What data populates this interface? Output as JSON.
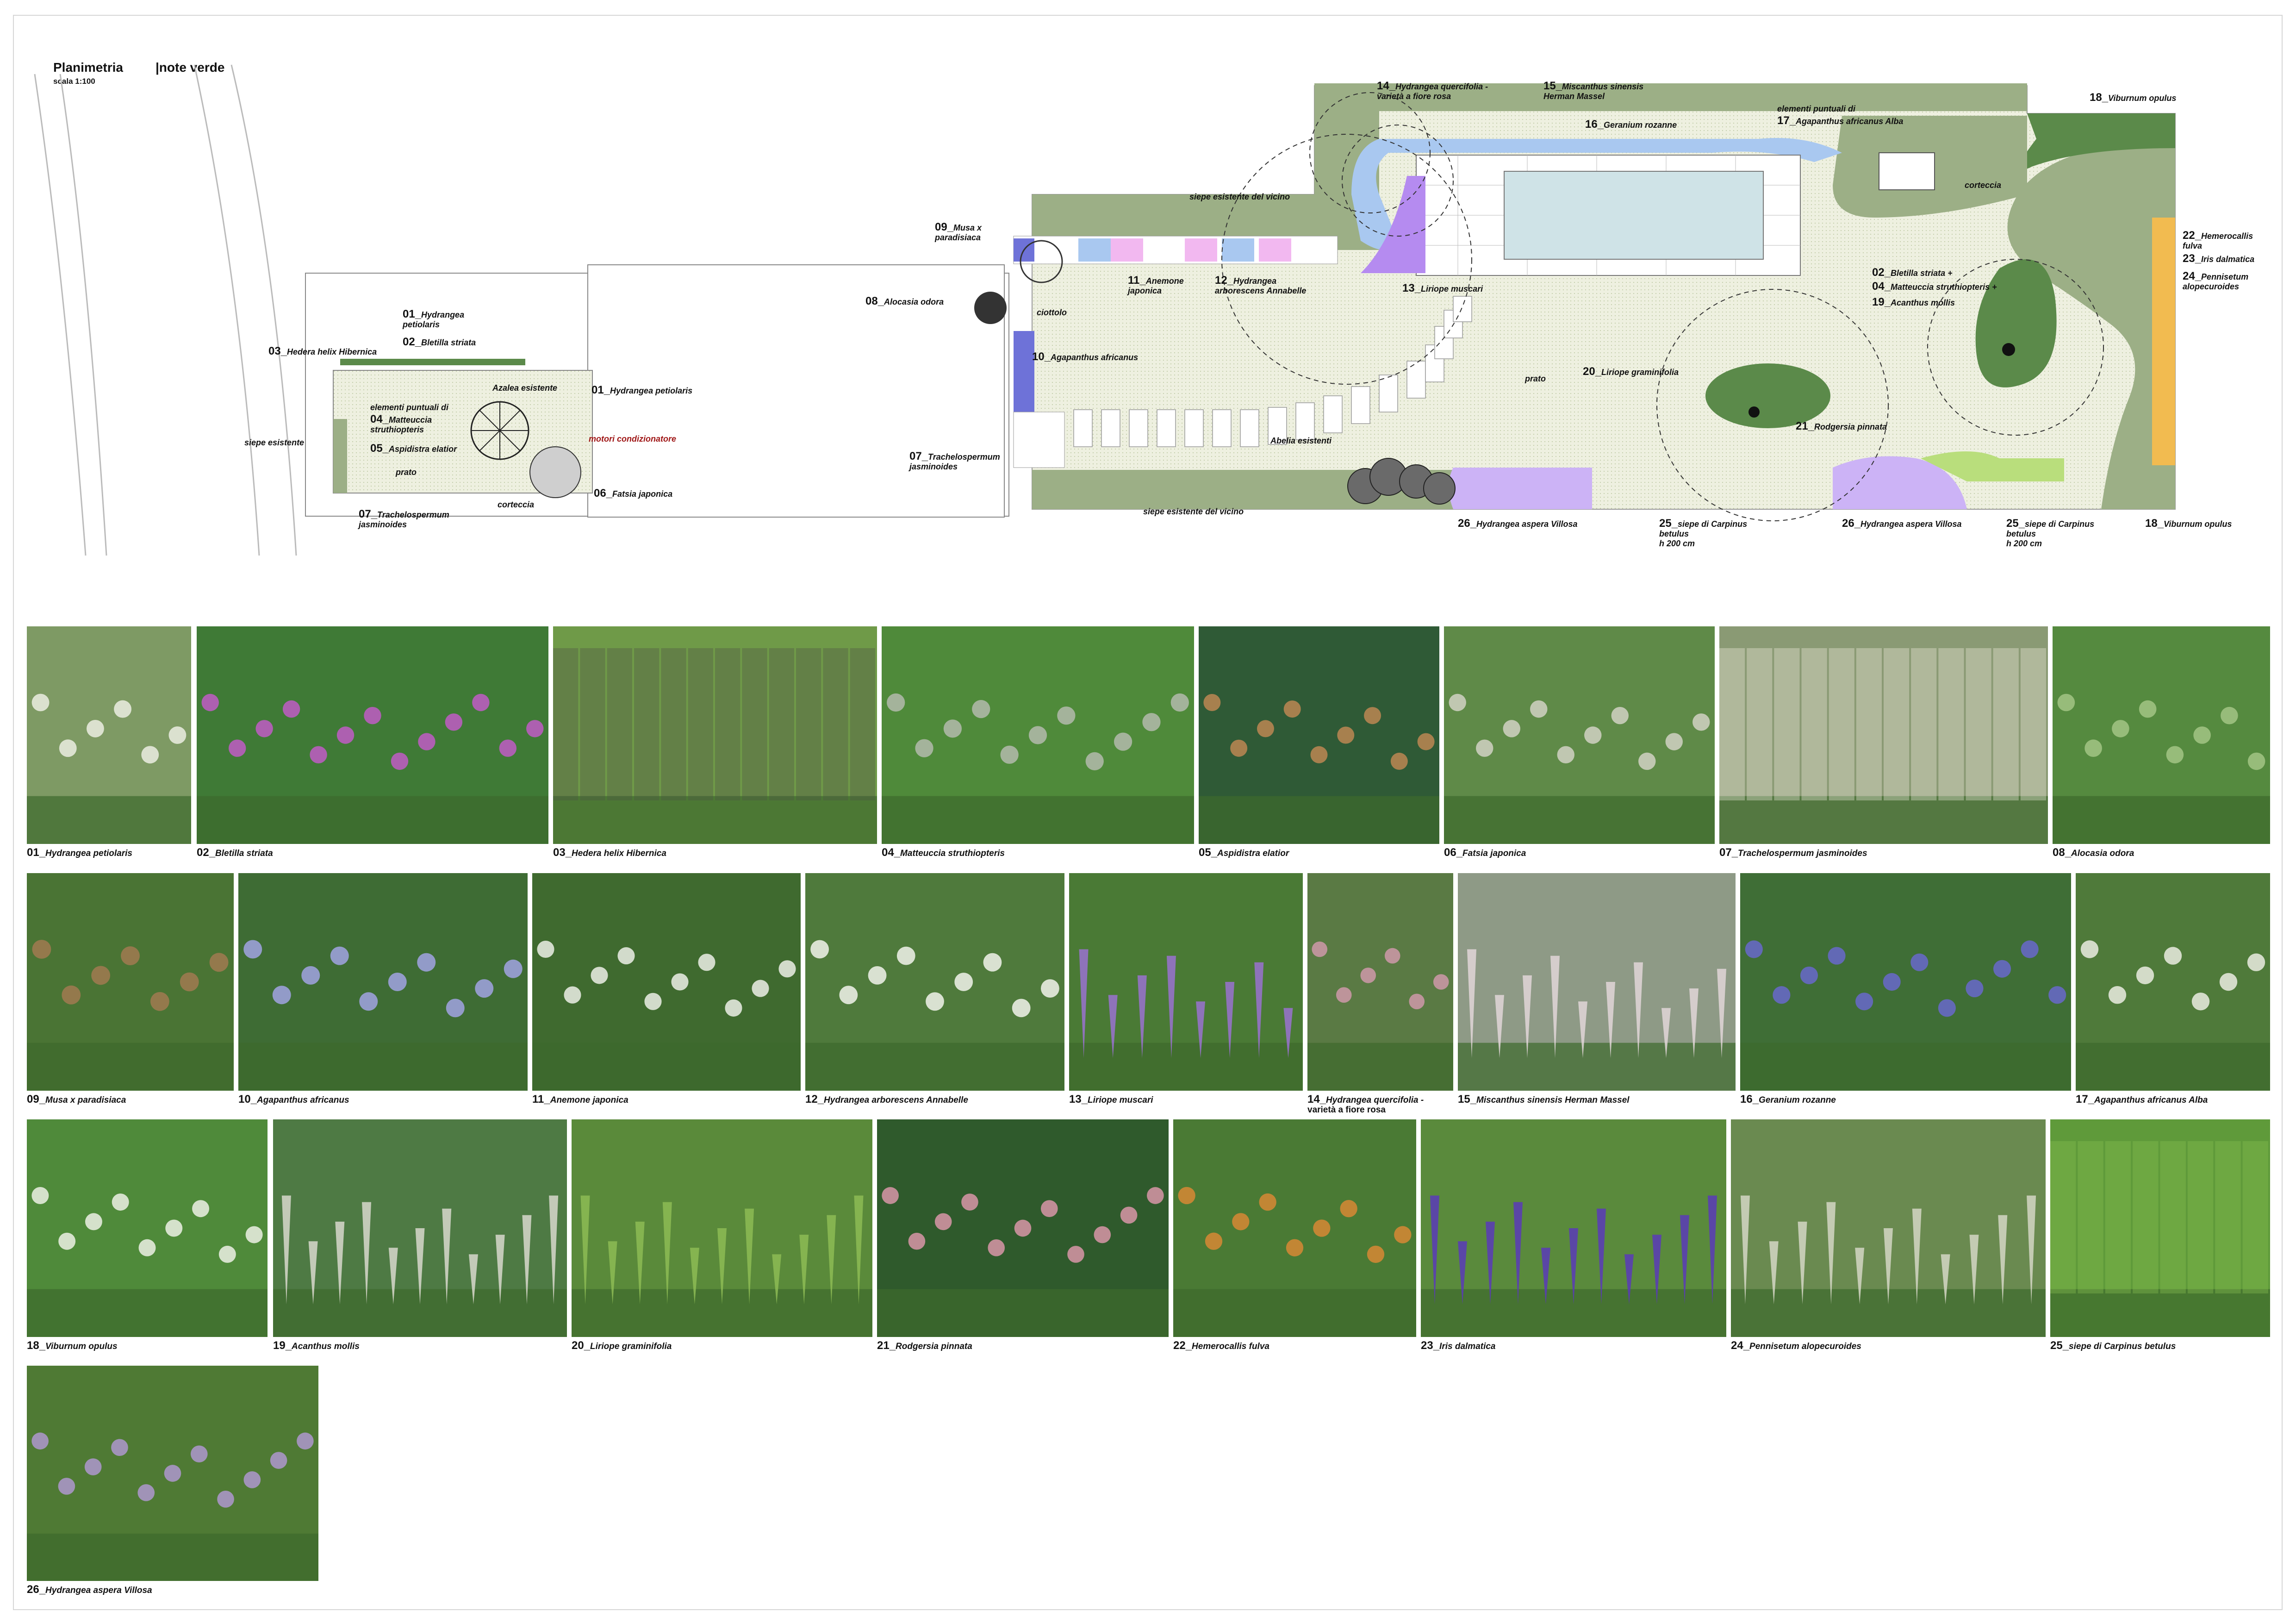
{
  "header": {
    "title": "Planimetria",
    "subtitle": "|note verde",
    "scale": "scala 1:100"
  },
  "colors": {
    "lawn": "#e9ecdc",
    "hedge": "#9caf86",
    "dark_green": "#5b8a4a",
    "light_green": "#b9de7c",
    "blue": "#a9c8f0",
    "violet": "#b58bf0",
    "lilac": "#ccb3f6",
    "pink": "#f2b8f0",
    "orange": "#f2bb50",
    "navy": "#6e72d8",
    "pool": "#cfe3e7"
  },
  "plan_labels": [
    {
      "num": "01_",
      "text": "Hydrangea",
      "text2": "petiolaris"
    },
    {
      "num": "02_",
      "text": "Bletilla striata"
    },
    {
      "num": "03_",
      "text": "Hedera helix Hibernica"
    },
    {
      "num": "",
      "text": "Azalea esistente"
    },
    {
      "num": "01_",
      "text": "Hydrangea petiolaris"
    },
    {
      "num": "",
      "text": "elementi puntuali di"
    },
    {
      "num": "04_",
      "text": "Matteuccia",
      "text2": "struthiopteris"
    },
    {
      "num": "05_",
      "text": "Aspidistra elatior"
    },
    {
      "num": "",
      "text": "motori condizionatore"
    },
    {
      "num": "",
      "text": "siepe esistente"
    },
    {
      "num": "",
      "text": "prato"
    },
    {
      "num": "",
      "text": "corteccia"
    },
    {
      "num": "06_",
      "text": "Fatsia japonica"
    },
    {
      "num": "07_",
      "text": "Trachelospermum",
      "text2": "jasminoides"
    },
    {
      "num": "08_",
      "text": "Alocasia odora"
    },
    {
      "num": "09_",
      "text": "Musa x",
      "text2": "paradisiaca"
    },
    {
      "num": "",
      "text": "ciottolo"
    },
    {
      "num": "10_",
      "text": "Agapanthus africanus"
    },
    {
      "num": "07_",
      "text": "Trachelospermum",
      "text2": "jasminoides"
    },
    {
      "num": "11_",
      "text": "Anemone",
      "text2": "japonica"
    },
    {
      "num": "12_",
      "text": "Hydrangea",
      "text2": "arborescens Annabelle"
    },
    {
      "num": "",
      "text": "siepe esistente del vicino"
    },
    {
      "num": "14_",
      "text": "Hydrangea quercifolia -",
      "text2": "varietà a fiore rosa"
    },
    {
      "num": "15_",
      "text": "Miscanthus sinensis",
      "text2": "Herman Massel"
    },
    {
      "num": "16_",
      "text": "Geranium rozanne"
    },
    {
      "num": "",
      "text": "elementi puntuali di"
    },
    {
      "num": "17_",
      "text": "Agapanthus africanus Alba"
    },
    {
      "num": "18_",
      "text": "Viburnum opulus"
    },
    {
      "num": "",
      "text": "corteccia"
    },
    {
      "num": "13_",
      "text": "Liriope muscari"
    },
    {
      "num": "22_",
      "text": "Hemerocallis",
      "text2": "fulva"
    },
    {
      "num": "23_",
      "text": "Iris dalmatica"
    },
    {
      "num": "24_",
      "text": "Pennisetum",
      "text2": "alopecuroides"
    },
    {
      "num": "02_",
      "text": "Bletilla striata +"
    },
    {
      "num": "04_",
      "text": "Matteuccia struthiopteris +"
    },
    {
      "num": "19_",
      "text": "Acanthus mollis"
    },
    {
      "num": "20_",
      "text": "Liriope graminifolia"
    },
    {
      "num": "",
      "text": "prato"
    },
    {
      "num": "21_",
      "text": "Rodgersia pinnata"
    },
    {
      "num": "",
      "text": "Abelia esistenti"
    },
    {
      "num": "",
      "text": "siepe esistente del vicino"
    },
    {
      "num": "26_",
      "text": "Hydrangea aspera Villosa"
    },
    {
      "num": "25_",
      "text": "siepe di Carpinus",
      "text2": "betulus",
      "text3": "h 200 cm"
    },
    {
      "num": "26_",
      "text": "Hydrangea aspera Villosa"
    },
    {
      "num": "25_",
      "text": "siepe di Carpinus",
      "text2": "betulus",
      "text3": "h 200 cm"
    },
    {
      "num": "18_",
      "text": "Viburnum opulus"
    }
  ],
  "gallery": [
    {
      "num": "01_",
      "name": "Hydrangea petiolaris",
      "icon": "climbing-hydrangea",
      "bg": "#7e9a64",
      "fg": "#f2f2ea"
    },
    {
      "num": "02_",
      "name": "Bletilla striata",
      "icon": "orchid-flowers",
      "bg": "#3f7a36",
      "fg": "#c95ad0"
    },
    {
      "num": "03_",
      "name": "Hedera helix Hibernica",
      "icon": "ivy-wall",
      "bg": "#6f9a48",
      "fg": "#4c4f48"
    },
    {
      "num": "04_",
      "name": "Matteuccia struthiopteris",
      "icon": "fern",
      "bg": "#4f8a3a",
      "fg": "#b9bdb4"
    },
    {
      "num": "05_",
      "name": "Aspidistra elatior",
      "icon": "potted-plant",
      "bg": "#2f5a36",
      "fg": "#c58a55"
    },
    {
      "num": "06_",
      "name": "Fatsia japonica",
      "icon": "shrub",
      "bg": "#5f8a48",
      "fg": "#d8d6cc"
    },
    {
      "num": "07_",
      "name": "Trachelospermum jasminoides",
      "icon": "jasmine-wall",
      "bg": "#8a9a74",
      "fg": "#f5f2e6"
    },
    {
      "num": "08_",
      "name": "Alocasia odora",
      "icon": "large-leaf",
      "bg": "#558a3f",
      "fg": "#a8c88a"
    },
    {
      "num": "09_",
      "name": "Musa x paradisiaca",
      "icon": "banana-tree",
      "bg": "#4a7434",
      "fg": "#a67a52"
    },
    {
      "num": "10_",
      "name": "Agapanthus africanus",
      "icon": "blue-flowers",
      "bg": "#3e6c34",
      "fg": "#a7a8ee"
    },
    {
      "num": "11_",
      "name": "Anemone japonica",
      "icon": "white-flowers",
      "bg": "#3f6a2f",
      "fg": "#f7f7f2"
    },
    {
      "num": "12_",
      "name": "Hydrangea arborescens Annabelle",
      "icon": "white-hydrangea",
      "bg": "#4f7a3c",
      "fg": "#fbfbf6"
    },
    {
      "num": "13_",
      "name": "Liriope muscari",
      "icon": "purple-spikes",
      "bg": "#4a7a35",
      "fg": "#9a72d0"
    },
    {
      "num": "14_",
      "name": "Hydrangea quercifolia -",
      "name2": "varietà a fiore rosa",
      "icon": "pink-hydrangea",
      "bg": "#5a7a44",
      "fg": "#d69bb0"
    },
    {
      "num": "15_",
      "name": "Miscanthus sinensis Herman Massel",
      "icon": "ornamental-grass",
      "bg": "#8e9a86",
      "fg": "#e2d6d8"
    },
    {
      "num": "16_",
      "name": "Geranium rozanne",
      "icon": "violet-flowers",
      "bg": "#3f6e36",
      "fg": "#6c68d6"
    },
    {
      "num": "17_",
      "name": "Agapanthus africanus Alba",
      "icon": "white-agapanthus",
      "bg": "#4f7a3a",
      "fg": "#f4f4ec"
    },
    {
      "num": "18_",
      "name": "Viburnum opulus",
      "icon": "flowering-shrub",
      "bg": "#4f8a3a",
      "fg": "#f6f6f0"
    },
    {
      "num": "19_",
      "name": "Acanthus mollis",
      "icon": "acanthus-spikes",
      "bg": "#4e7a44",
      "fg": "#d8d8cc"
    },
    {
      "num": "20_",
      "name": "Liriope graminifolia",
      "icon": "grass-bed",
      "bg": "#5a8a3a",
      "fg": "#8dbb55"
    },
    {
      "num": "21_",
      "name": "Rodgersia pinnata",
      "icon": "pink-plumes",
      "bg": "#2f5a2c",
      "fg": "#e49ab0"
    },
    {
      "num": "22_",
      "name": "Hemerocallis fulva",
      "icon": "orange-lily",
      "bg": "#4a7a34",
      "fg": "#e08a34"
    },
    {
      "num": "23_",
      "name": "Iris dalmatica",
      "icon": "iris",
      "bg": "#5a8a3c",
      "fg": "#5a3ab8"
    },
    {
      "num": "24_",
      "name": "Pennisetum alopecuroides",
      "icon": "fountain-grass",
      "bg": "#6a8a50",
      "fg": "#d4d6c4"
    },
    {
      "num": "25_",
      "name": "siepe di Carpinus betulus",
      "icon": "hedge",
      "bg": "#5f9a3a",
      "fg": "#8cc452"
    },
    {
      "num": "26_",
      "name": "Hydrangea aspera Villosa",
      "icon": "lilac-shrub",
      "bg": "#4f7a34",
      "fg": "#b49ad8"
    }
  ]
}
